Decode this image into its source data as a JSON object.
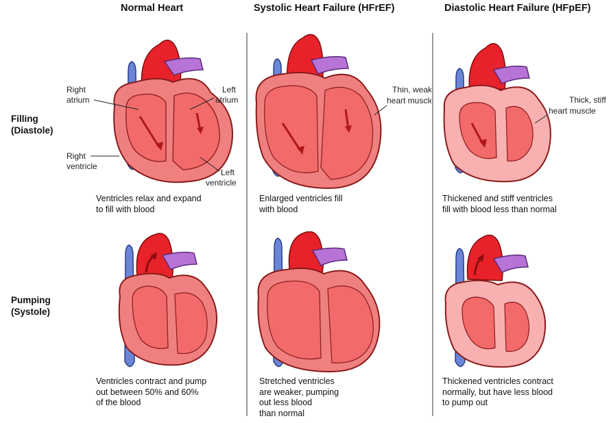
{
  "columns": [
    {
      "title": "Normal Heart"
    },
    {
      "title": "Systolic Heart Failure (HFrEF)"
    },
    {
      "title": "Diastolic Heart Failure (HFpEF)"
    }
  ],
  "rows": [
    {
      "label_line1": "Filling",
      "label_line2": "(Diastole)"
    },
    {
      "label_line1": "Pumping",
      "label_line2": "(Systole)"
    }
  ],
  "annotations": {
    "right_atrium_1": "Right",
    "right_atrium_2": "atrium",
    "left_atrium_1": "Left",
    "left_atrium_2": "atrium",
    "right_ventricle_1": "Right",
    "right_ventricle_2": "ventricle",
    "left_ventricle_1": "Left",
    "left_ventricle_2": "ventricle",
    "thin_1": "Thin, weak",
    "thin_2": "heart muscle",
    "thick_1": "Thick, stiff",
    "thick_2": "heart muscle"
  },
  "captions": {
    "normal_filling": [
      "Ventricles relax and expand",
      "to fill with blood"
    ],
    "systolic_filling": [
      "Enlarged ventricles fill",
      "with blood"
    ],
    "diastolic_filling": [
      "Thickened and stiff ventricles",
      "fill with blood less than normal"
    ],
    "normal_pumping": [
      "Ventricles contract and pump",
      "out between 50% and 60%",
      "of the blood"
    ],
    "systolic_pumping": [
      "Stretched ventricles",
      "are weaker, pumping",
      "out less blood",
      "than normal"
    ],
    "diastolic_pumping": [
      "Thickened ventricles contract",
      "normally, but have less blood",
      "to pump out"
    ]
  },
  "colors": {
    "vena_cava": "#6b86d6",
    "aorta": "#e8222a",
    "pulmonary": "#b873d6",
    "heart_wall": "#f08080",
    "heart_outline": "#8a1a1a",
    "chamber": "#f26a6a",
    "arrow": "#b01818"
  }
}
